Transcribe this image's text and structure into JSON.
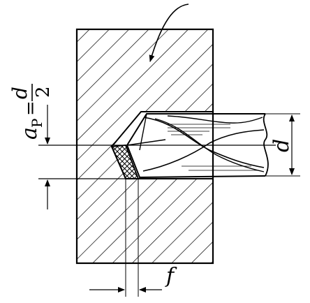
{
  "labels": {
    "ap_symbol": "a",
    "ap_subscript": "P",
    "ap_equals": "=",
    "ap_numerator": "d",
    "ap_denominator": "2",
    "diameter": "d",
    "feed": "f"
  },
  "colors": {
    "ink": "#000000",
    "paper": "#ffffff"
  }
}
